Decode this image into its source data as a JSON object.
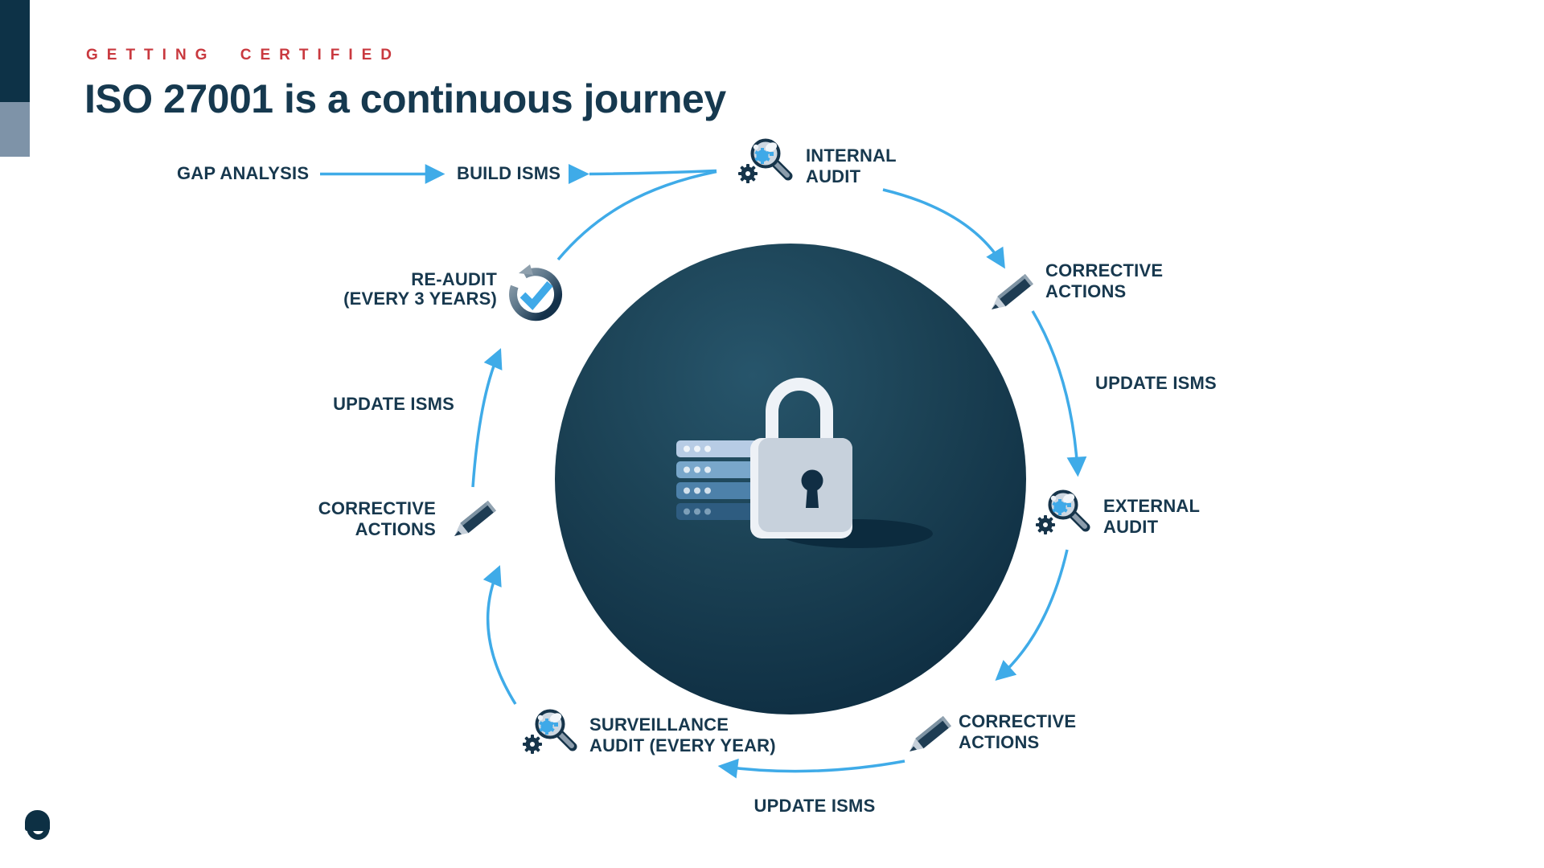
{
  "header": {
    "eyebrow": "GETTING CERTIFIED",
    "title": "ISO 27001 is a continuous journey"
  },
  "colors": {
    "accent_blue": "#3fabe8",
    "navy_text": "#17384e",
    "eyebrow_red": "#c9393f",
    "circle_fill_dark": "#0e2c3f",
    "sidebar_dark": "#0d3247",
    "sidebar_slate": "#7e93a8"
  },
  "diagram": {
    "labels": {
      "gap_analysis": {
        "text": "GAP ANALYSIS"
      },
      "build_isms": {
        "text": "BUILD ISMS"
      },
      "internal_audit": {
        "line1": "INTERNAL",
        "line2": "AUDIT",
        "icon": "audit-magnifier-icon"
      },
      "corrective_actions_right": {
        "line1": "CORRECTIVE",
        "line2": "ACTIONS",
        "icon": "pencil-icon"
      },
      "update_isms_right": {
        "text": "UPDATE ISMS"
      },
      "external_audit": {
        "line1": "EXTERNAL",
        "line2": "AUDIT",
        "icon": "audit-magnifier-icon"
      },
      "corrective_actions_bottom": {
        "line1": "CORRECTIVE",
        "line2": "ACTIONS",
        "icon": "pencil-icon"
      },
      "update_isms_bottom": {
        "text": "UPDATE ISMS"
      },
      "surveillance_audit": {
        "line1": "SURVEILLANCE",
        "line2": "AUDIT (EVERY YEAR)",
        "icon": "audit-magnifier-icon"
      },
      "corrective_actions_left": {
        "line1": "CORRECTIVE",
        "line2": "ACTIONS",
        "icon": "pencil-icon"
      },
      "update_isms_left": {
        "text": "UPDATE ISMS"
      },
      "re_audit": {
        "line1": "RE-AUDIT",
        "line2": "(EVERY 3 YEARS)",
        "icon": "cycle-check-icon"
      }
    },
    "sequence": [
      "GAP ANALYSIS",
      "BUILD ISMS",
      "INTERNAL AUDIT",
      "CORRECTIVE ACTIONS",
      "UPDATE ISMS",
      "EXTERNAL AUDIT",
      "CORRECTIVE ACTIONS",
      "UPDATE ISMS",
      "SURVEILLANCE AUDIT (EVERY YEAR)",
      "CORRECTIVE ACTIONS",
      "UPDATE ISMS",
      "RE-AUDIT (EVERY 3 YEARS)"
    ],
    "center_icons": [
      "server-stack-icon",
      "padlock-icon"
    ]
  }
}
